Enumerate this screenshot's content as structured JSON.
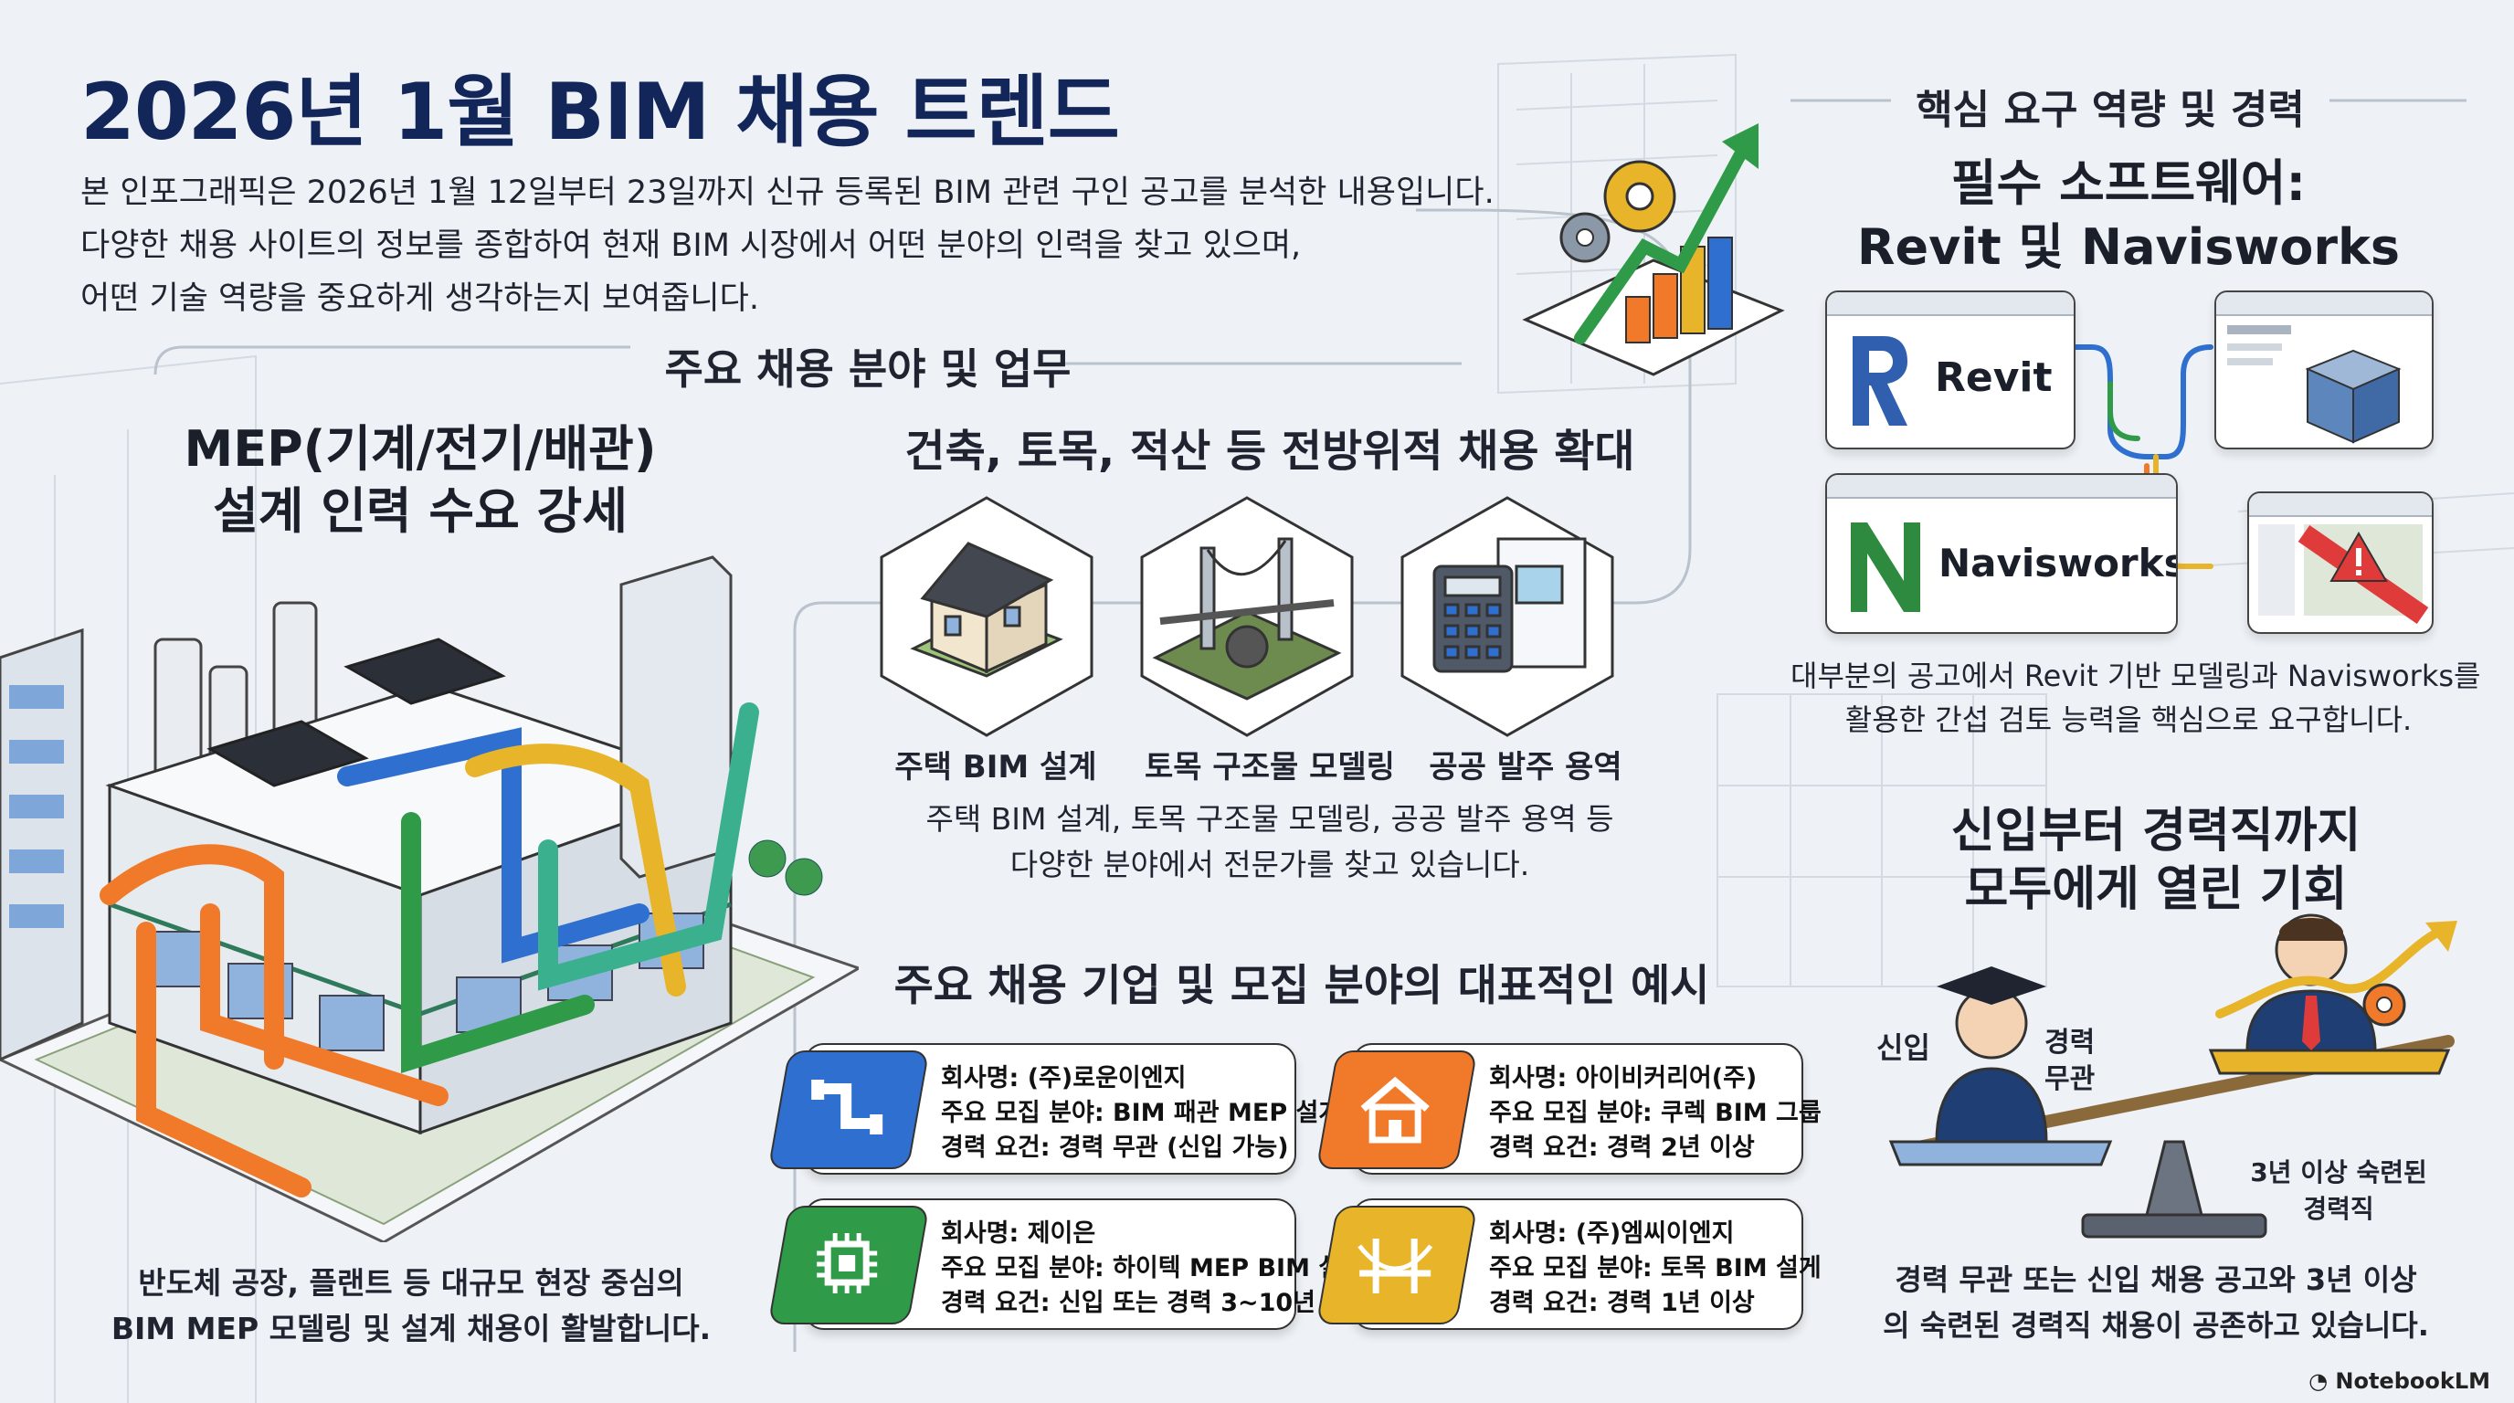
{
  "title": "2026년 1월 BIM 채용 트렌드",
  "intro": [
    "본 인포그래픽은 2026년 1월 12일부터 23일까지 신규 등록된 BIM 관련 구인 공고를 분석한 내용입니다.",
    "다양한 채용 사이트의 정보를 종합하여 현재 BIM 시장에서 어떤 분야의 인력을 찾고 있으며,",
    "어떤 기술 역량을 중요하게 생각하는지 보여줍니다."
  ],
  "fields": {
    "heading": "주요 채용 분야 및 업무",
    "mep_title": [
      "MEP(기계/전기/배관)",
      "설계 인력 수요 강세"
    ],
    "mep_caption": [
      "반도체 공장, 플랜트 등 대규모 현장 중심의",
      "BIM MEP 모델링 및 설계 채용이 활발합니다."
    ],
    "expand_title": "건축, 토목, 적산 등 전방위적 채용 확대",
    "hex_labels": [
      "주택 BIM 설계",
      "토목 구조물 모델링",
      "공공 발주 용역"
    ],
    "expand_caption": [
      "주택 BIM 설계, 토목 구조물 모델링, 공공 발주 용역 등",
      "다양한 분야에서 전문가를 찾고 있습니다."
    ]
  },
  "companies": {
    "heading": "주요 채용 기업 및 모집 분야의 대표적인 예시",
    "cards": [
      {
        "icon": "pipe-icon",
        "color": "#2f6fd0",
        "lines": [
          "회사명: (주)로운이엔지",
          "주요 모집 분야: BIM 패관 MEP 설계",
          "경력 요건: 경력 무관 (신입 가능)"
        ]
      },
      {
        "icon": "house-icon",
        "color": "#f07a2a",
        "lines": [
          "회사명: 아이비커리어(주)",
          "주요 모집 분야: 쿠렉 BIM 그룹",
          "경력 요건: 경력 2년 이상"
        ]
      },
      {
        "icon": "chip-icon",
        "color": "#2f9a47",
        "lines": [
          "회사명: 제이은",
          "주요 모집 분야: 하이텍 MEP BIM 설계",
          "경력 요건: 신입 또는 경력 3~10년"
        ]
      },
      {
        "icon": "bridge-icon",
        "color": "#e8b52a",
        "lines": [
          "회사명: (주)엠씨이엔지",
          "주요 모집 분야: 토목 BIM 설게",
          "경력 요건: 경력 1년 이상"
        ]
      }
    ]
  },
  "skills": {
    "heading": "핵심 요구 역량 및 경력",
    "software_title": [
      "필수 소프트웨어:",
      "Revit 및 Navisworks"
    ],
    "revit_label": "Revit",
    "navis_label": "Navisworks",
    "software_caption": [
      "대부분의 공고에서 Revit 기반 모델링과 Navisworks를",
      "활용한 간섭 검토 능력을 핵심으로 요구합니다."
    ],
    "career_title": [
      "신입부터 경력직까지",
      "모두에게 열린 기회"
    ],
    "label_newbie": "신입",
    "label_any": [
      "경력",
      "무관"
    ],
    "label_senior": [
      "3년 이상 숙련된",
      "경력직"
    ],
    "career_caption": [
      "경력 무관 또는 신입 채용 공고와 3년 이상",
      "의 숙련된 경력직 채용이 공존하고 있습니다."
    ]
  },
  "watermark": "NotebookLM",
  "colors": {
    "title": "#12265a",
    "blue": "#2f6fd0",
    "orange": "#f07a2a",
    "green": "#2f9a47",
    "yellow": "#e8b52a"
  }
}
